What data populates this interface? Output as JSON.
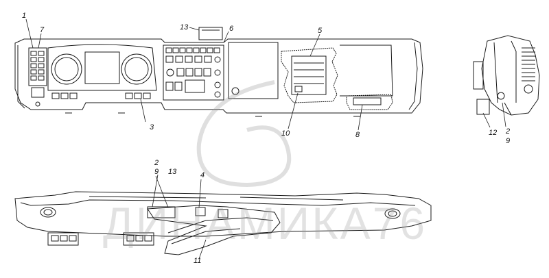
{
  "callouts": {
    "c1": "1",
    "c7": "7",
    "c13_top": "13",
    "c6": "6",
    "c5": "5",
    "c3": "3",
    "c10": "10",
    "c8": "8",
    "c12": "12",
    "c2_right": "2",
    "c9_right": "9",
    "c2_bottom": "2",
    "c9_bottom": "9",
    "c13_bottom": "13",
    "c4": "4",
    "c11": "11"
  },
  "watermark": "ДИНАМИКА76"
}
